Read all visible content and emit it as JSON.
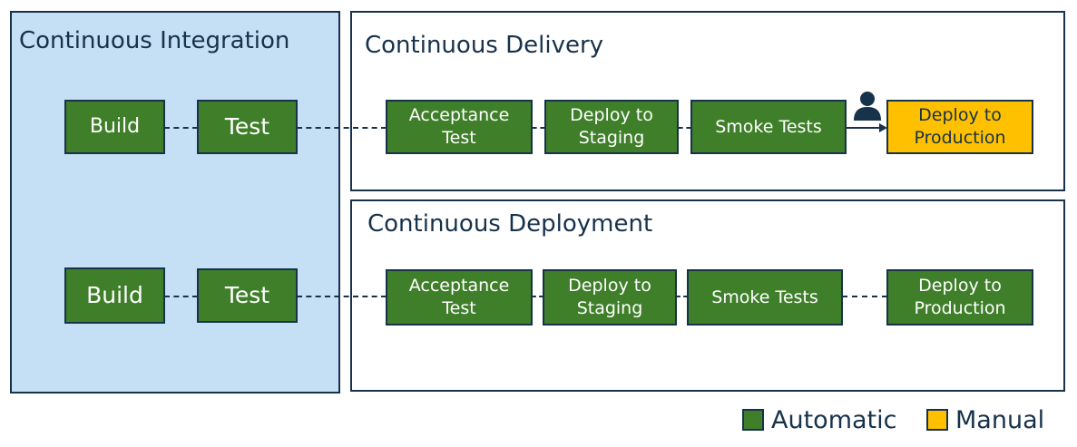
{
  "panels": {
    "ci": {
      "title": "Continuous Integration"
    },
    "cd": {
      "title": "Continuous Delivery"
    },
    "dep": {
      "title": "Continuous Deployment"
    }
  },
  "ci": {
    "row1": {
      "build": "Build",
      "test": "Test"
    },
    "row2": {
      "build": "Build",
      "test": "Test"
    }
  },
  "delivery": {
    "acceptance": "Acceptance\nTest",
    "staging": "Deploy to\nStaging",
    "smoke": "Smoke Tests",
    "production": "Deploy to\nProduction",
    "approval_icon": "person-icon"
  },
  "deployment": {
    "acceptance": "Acceptance\nTest",
    "staging": "Deploy to\nStaging",
    "smoke": "Smoke Tests",
    "production": "Deploy to\nProduction"
  },
  "legend": {
    "automatic": "Automatic",
    "manual": "Manual"
  },
  "colors": {
    "automatic": "#3f7f2a",
    "manual": "#ffc000",
    "ci_background": "#c5e0f5",
    "outline": "#17324b"
  }
}
